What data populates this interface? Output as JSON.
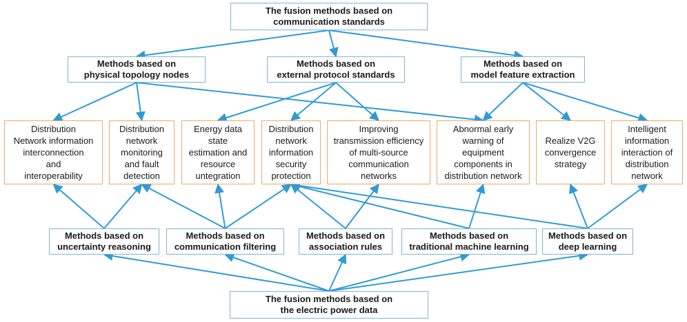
{
  "colors": {
    "arrow": "#2e9bd6",
    "method_border": "#7fb3d5",
    "application_border": "#f0a868"
  },
  "nodes": {
    "root_top": "The fusion methods based on\ncommunication standards",
    "root_bottom": "The fusion methods based on\nthe electric power data",
    "topology": "Methods based on\nphysical topology nodes",
    "protocol": "Methods based on\nexternal protocol standards",
    "model": "Methods based on\nmodel feature extraction",
    "uncertainty": "Methods based on\nuncertainty reasoning",
    "filtering": "Methods based on\ncommunication filtering",
    "association": "Methods based on\nassociation rules",
    "ml": "Methods based on\ntraditional machine learning",
    "dl": "Methods based on\ndeep learning",
    "app1": "Distribution\nNetwork information\ninterconnection\nand\ninteroperability",
    "app2": "Distribution\nnetwork\nmonitoring\nand fault\ndetection",
    "app3": "Energy data\nstate\nestimation and\nresource\nuntegration",
    "app4": "Distribution\nnetwork\ninformation\nsecurity\nprotection",
    "app5": "Improving\ntransmission efficiency\nof multi-source\ncommunication\nnetworks",
    "app6": "Abnormal early\nwarning of\nequipment\ncomponents in\ndistribution network",
    "app7": "Realize V2G\nconvergence\nstrategy",
    "app8": "Intelligent\ninformation\ninteraction of\ndistribution\nnetwork"
  },
  "edges": [
    [
      "root_top",
      "topology"
    ],
    [
      "root_top",
      "protocol"
    ],
    [
      "root_top",
      "model"
    ],
    [
      "topology",
      "app1"
    ],
    [
      "topology",
      "app2"
    ],
    [
      "topology",
      "app6"
    ],
    [
      "protocol",
      "app3"
    ],
    [
      "protocol",
      "app4"
    ],
    [
      "protocol",
      "app5"
    ],
    [
      "model",
      "app6"
    ],
    [
      "model",
      "app7"
    ],
    [
      "model",
      "app8"
    ],
    [
      "uncertainty",
      "app1"
    ],
    [
      "uncertainty",
      "app2"
    ],
    [
      "filtering",
      "app2"
    ],
    [
      "filtering",
      "app3"
    ],
    [
      "filtering",
      "app4"
    ],
    [
      "association",
      "app4"
    ],
    [
      "association",
      "app5"
    ],
    [
      "ml",
      "app4"
    ],
    [
      "ml",
      "app6"
    ],
    [
      "dl",
      "app4"
    ],
    [
      "dl",
      "app7"
    ],
    [
      "dl",
      "app8"
    ],
    [
      "root_bottom",
      "uncertainty"
    ],
    [
      "root_bottom",
      "filtering"
    ],
    [
      "root_bottom",
      "association"
    ],
    [
      "root_bottom",
      "ml"
    ],
    [
      "root_bottom",
      "dl"
    ]
  ]
}
